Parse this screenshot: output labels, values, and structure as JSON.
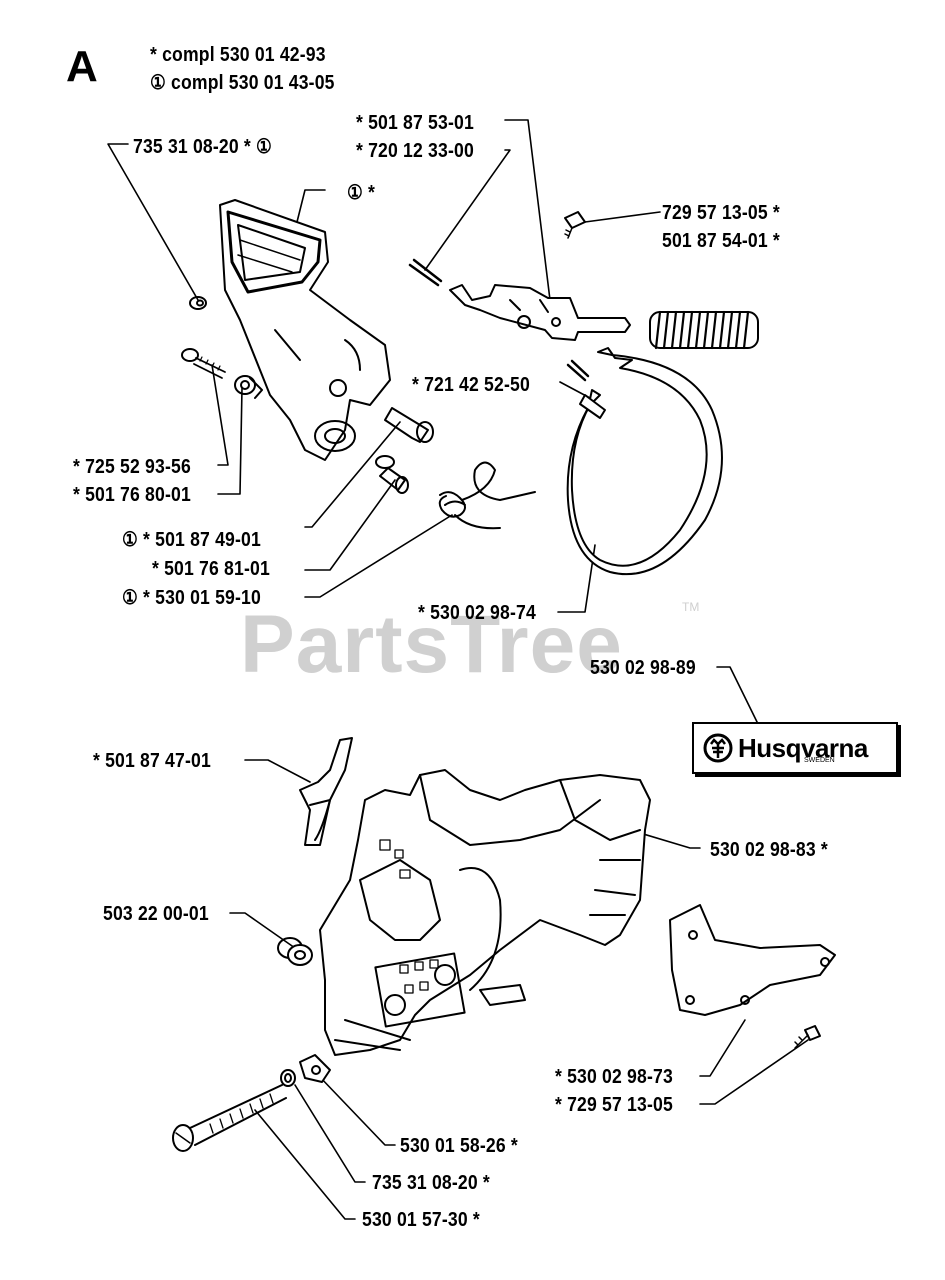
{
  "diagram": {
    "section_letter": "A",
    "notes": [
      "*  compl 530 01 42-93",
      "① compl 530 01 43-05"
    ],
    "watermark": "PartsTree",
    "trademark": "TM",
    "logo": {
      "brand": "Husqvarna",
      "sub": "SWEDEN"
    },
    "parts": [
      "735 31 08-20  * ①",
      "①  *",
      "*  501 87 53-01",
      "*  720 12 33-00",
      "729 57 13-05  *",
      "501 87 54-01  *",
      "*  721 42 52-50",
      "*  725 52 93-56",
      "*  501 76 80-01",
      "①  *  501 87 49-01",
      "*  501 76 81-01",
      "①  *  530 01 59-10",
      "*  530 02 98-74",
      "530 02 98-89",
      "*  501 87 47-01",
      "530 02 98-83  *",
      "503 22 00-01",
      "*  530 02 98-73",
      "*  729 57 13-05",
      "530 01 58-26  *",
      "735 31 08-20  *",
      "530 01 57-30  *"
    ]
  }
}
